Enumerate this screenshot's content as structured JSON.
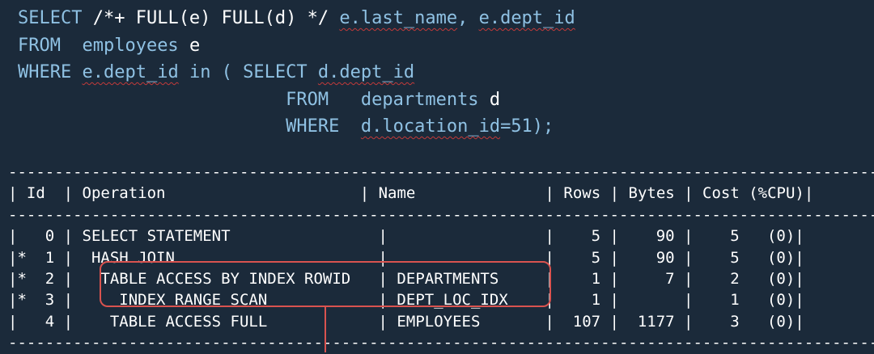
{
  "sql": {
    "line1": {
      "select": "SELECT",
      "hint": " /*+ FULL(e) FULL(d) */ ",
      "col1": "e.last_name",
      "comma": ", ",
      "col2": "e.dept_id"
    },
    "line2": {
      "from": "FROM",
      "table": "  employees ",
      "alias": "e"
    },
    "line3": {
      "where": "WHERE",
      "col": "e.dept_id",
      "rest": " in ( SELECT ",
      "sub_col": "d.dept_id"
    },
    "line4": {
      "from": "FROM",
      "table": "   departments ",
      "alias": "d"
    },
    "line5": {
      "where": "WHERE",
      "cond": "d.location_id",
      "rest": "=51);"
    }
  },
  "plan": {
    "separator": "-----------------------------------------------------------------------------------------------",
    "header": {
      "id": "Id",
      "operation": "Operation",
      "name": "Name",
      "rows": "Rows",
      "bytes": "Bytes",
      "cost": "Cost (%CPU)"
    },
    "rows": [
      {
        "pred": " ",
        "id": "0",
        "operation": "SELECT STATEMENT",
        "name": "",
        "rows": "5",
        "bytes": "90",
        "cost": "5",
        "cpu": "(0)"
      },
      {
        "pred": "*",
        "id": "1",
        "operation": " HASH JOIN",
        "name": "",
        "rows": "5",
        "bytes": "90",
        "cost": "5",
        "cpu": "(0)"
      },
      {
        "pred": "*",
        "id": "2",
        "operation": "  TABLE ACCESS BY INDEX ROWID",
        "name": "DEPARTMENTS",
        "rows": "1",
        "bytes": "7",
        "cost": "2",
        "cpu": "(0)"
      },
      {
        "pred": "*",
        "id": "3",
        "operation": "    INDEX RANGE SCAN",
        "name": "DEPT_LOC_IDX",
        "rows": "1",
        "bytes": "",
        "cost": "1",
        "cpu": "(0)"
      },
      {
        "pred": " ",
        "id": "4",
        "operation": "   TABLE ACCESS FULL",
        "name": "EMPLOYEES",
        "rows": "107",
        "bytes": "1177",
        "cost": "3",
        "cpu": "(0)"
      }
    ]
  }
}
